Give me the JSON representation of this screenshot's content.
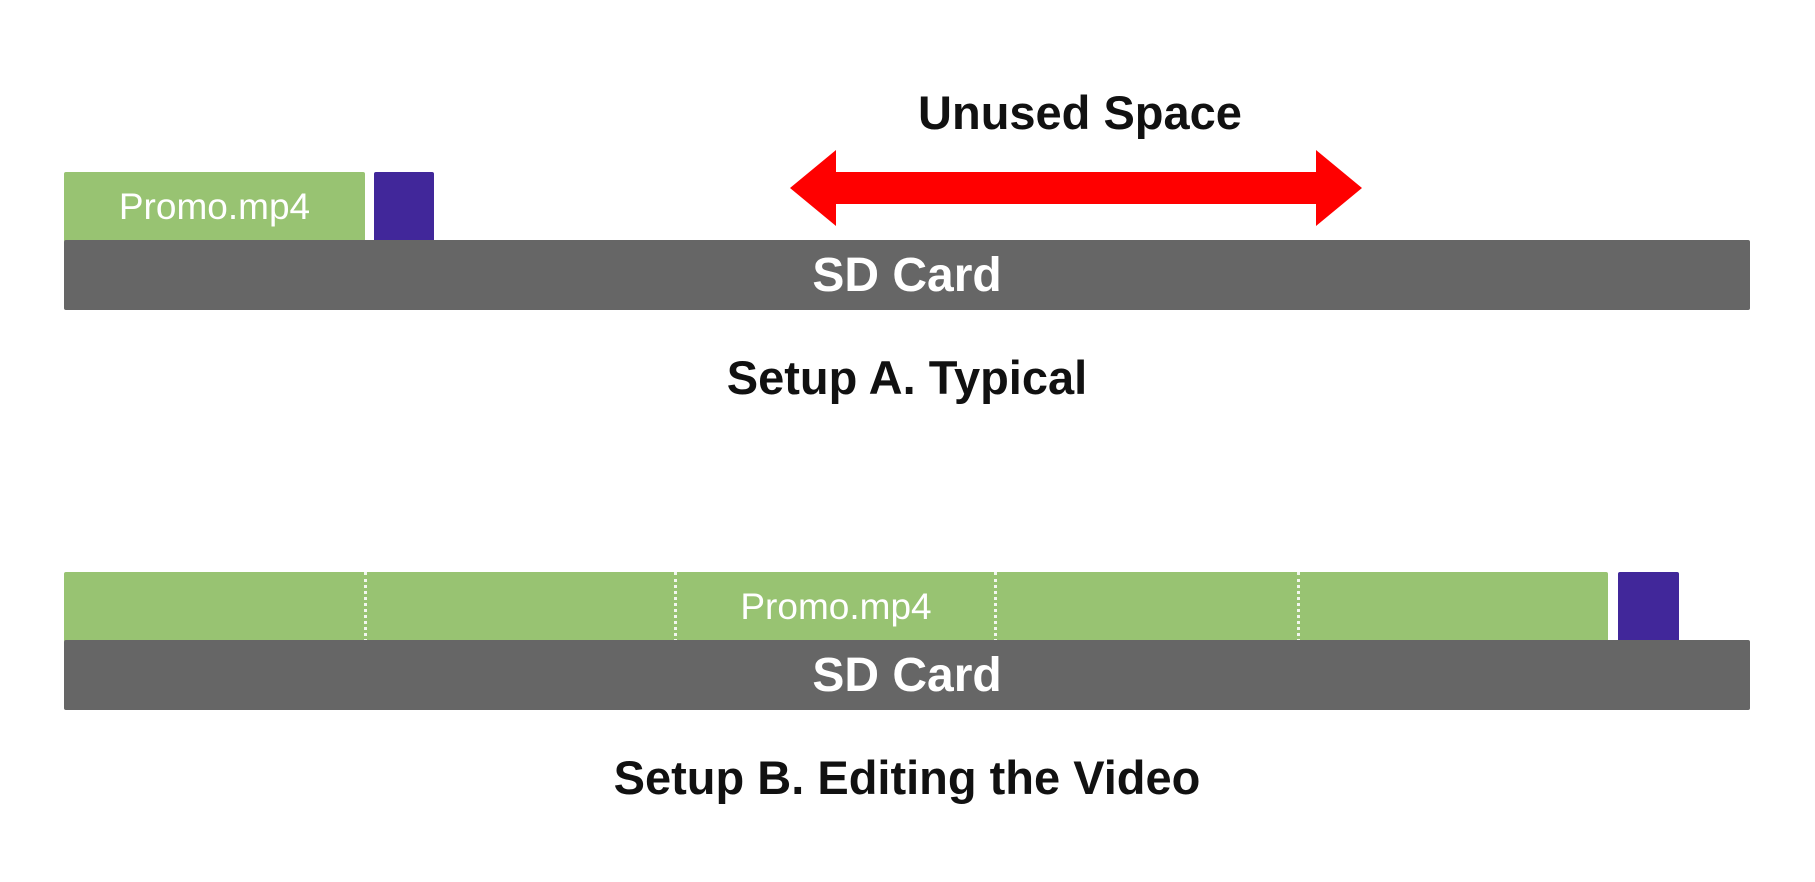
{
  "setup_a": {
    "unused_space_label": "Unused Space",
    "file_label": "Promo.mp4",
    "card_label": "SD Card",
    "caption": "Setup A. Typical"
  },
  "setup_b": {
    "file_label": "Promo.mp4",
    "card_label": "SD Card",
    "caption": "Setup B. Editing the Video"
  },
  "colors": {
    "file_green": "#98c372",
    "card_gray": "#666666",
    "block_purple": "#41279a",
    "arrow_red": "#ff0000"
  }
}
